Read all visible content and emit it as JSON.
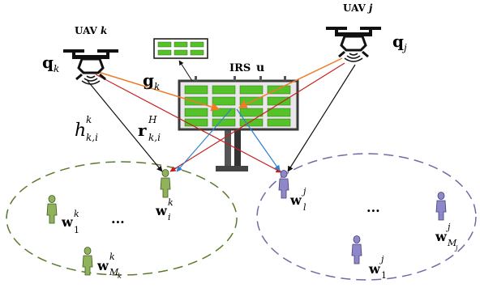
{
  "uav_k": {
    "title": "UAV",
    "index": "k",
    "pos_symbol": "q",
    "pos_sub": "k"
  },
  "uav_j": {
    "title": "UAV",
    "index": "j",
    "pos_symbol": "q",
    "pos_sub": "j"
  },
  "irs": {
    "label": "IRS",
    "phase_symbol": "u"
  },
  "channels": {
    "g": {
      "symbol": "g",
      "sub": "k"
    },
    "h": {
      "symbol": "h",
      "sup": "k",
      "sub": "k,i"
    },
    "r": {
      "symbol": "r",
      "sup": "H",
      "sub": "k,i"
    }
  },
  "users_k": {
    "w_i": {
      "symbol": "w",
      "sup": "k",
      "sub": "i"
    },
    "w_1": {
      "symbol": "w",
      "sup": "k",
      "sub": "1"
    },
    "w_M": {
      "symbol": "w",
      "sup": "k",
      "sub": "M",
      "subsub": "k"
    },
    "ellipsis": "..."
  },
  "users_j": {
    "w_l": {
      "symbol": "w",
      "sup": "j",
      "sub": "l"
    },
    "w_1": {
      "symbol": "w",
      "sup": "j",
      "sub": "1"
    },
    "w_M": {
      "symbol": "w",
      "sup": "j",
      "sub": "M",
      "subsub": "j"
    },
    "ellipsis": "..."
  },
  "colors": {
    "irs_green": "#55c22a",
    "irs_frame": "#3a3a3a",
    "link_red": "#c81e1e",
    "link_orange": "#f07a28",
    "link_blue": "#2f7fd0",
    "cluster_k": "#5b7a2a",
    "cluster_j": "#7468a6",
    "user_green": "#8fb25a",
    "user_purple": "#8e88c8"
  }
}
